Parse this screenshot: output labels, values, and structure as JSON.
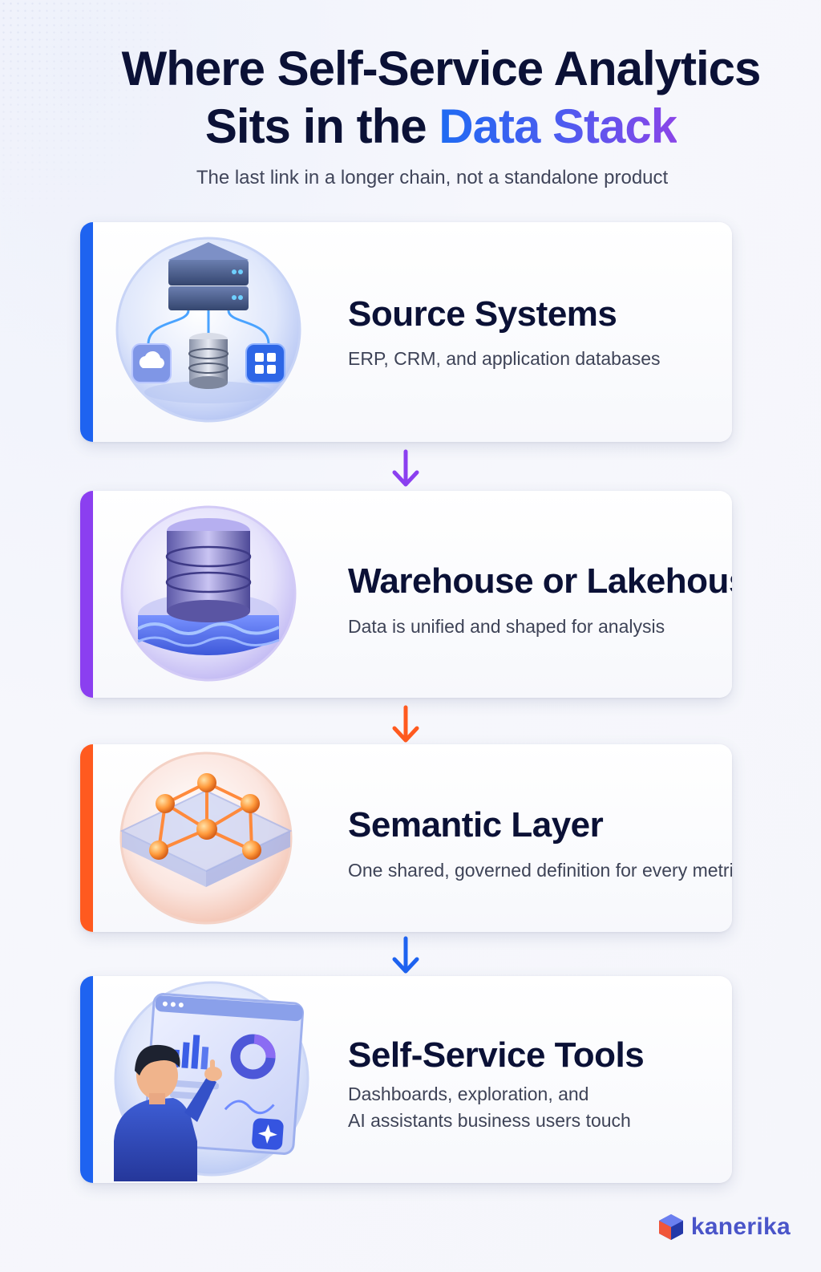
{
  "title": {
    "line1": "Where Self-Service Analytics",
    "line2_prefix": "Sits in the ",
    "line2_accent": "Data Stack"
  },
  "subtitle": "The last link in a longer chain, not a standalone product",
  "stages": [
    {
      "title": "Source Systems",
      "desc1": "ERP, CRM, and application databases",
      "desc2": "",
      "color": "#1e63f0",
      "icon": "server-icon"
    },
    {
      "title": "Warehouse or Lakehouse",
      "desc1": "Data is unified and shaped for analysis",
      "desc2": "",
      "color": "#8b3ff0",
      "icon": "database-lake-icon"
    },
    {
      "title": "Semantic Layer",
      "desc1": "One shared, governed definition for every metric",
      "desc2": "",
      "color": "#ff5a1f",
      "icon": "network-layer-icon"
    },
    {
      "title": "Self-Service Tools",
      "desc1": "Dashboards, exploration, and",
      "desc2": "AI assistants business users touch",
      "color": "#1e63f0",
      "icon": "dashboard-user-icon"
    }
  ],
  "arrow_colors": [
    "#8b3ff0",
    "#ff5a1f",
    "#1e63f0"
  ],
  "brand": {
    "name": "kanerika",
    "icon": "kanerika-logo-icon"
  }
}
